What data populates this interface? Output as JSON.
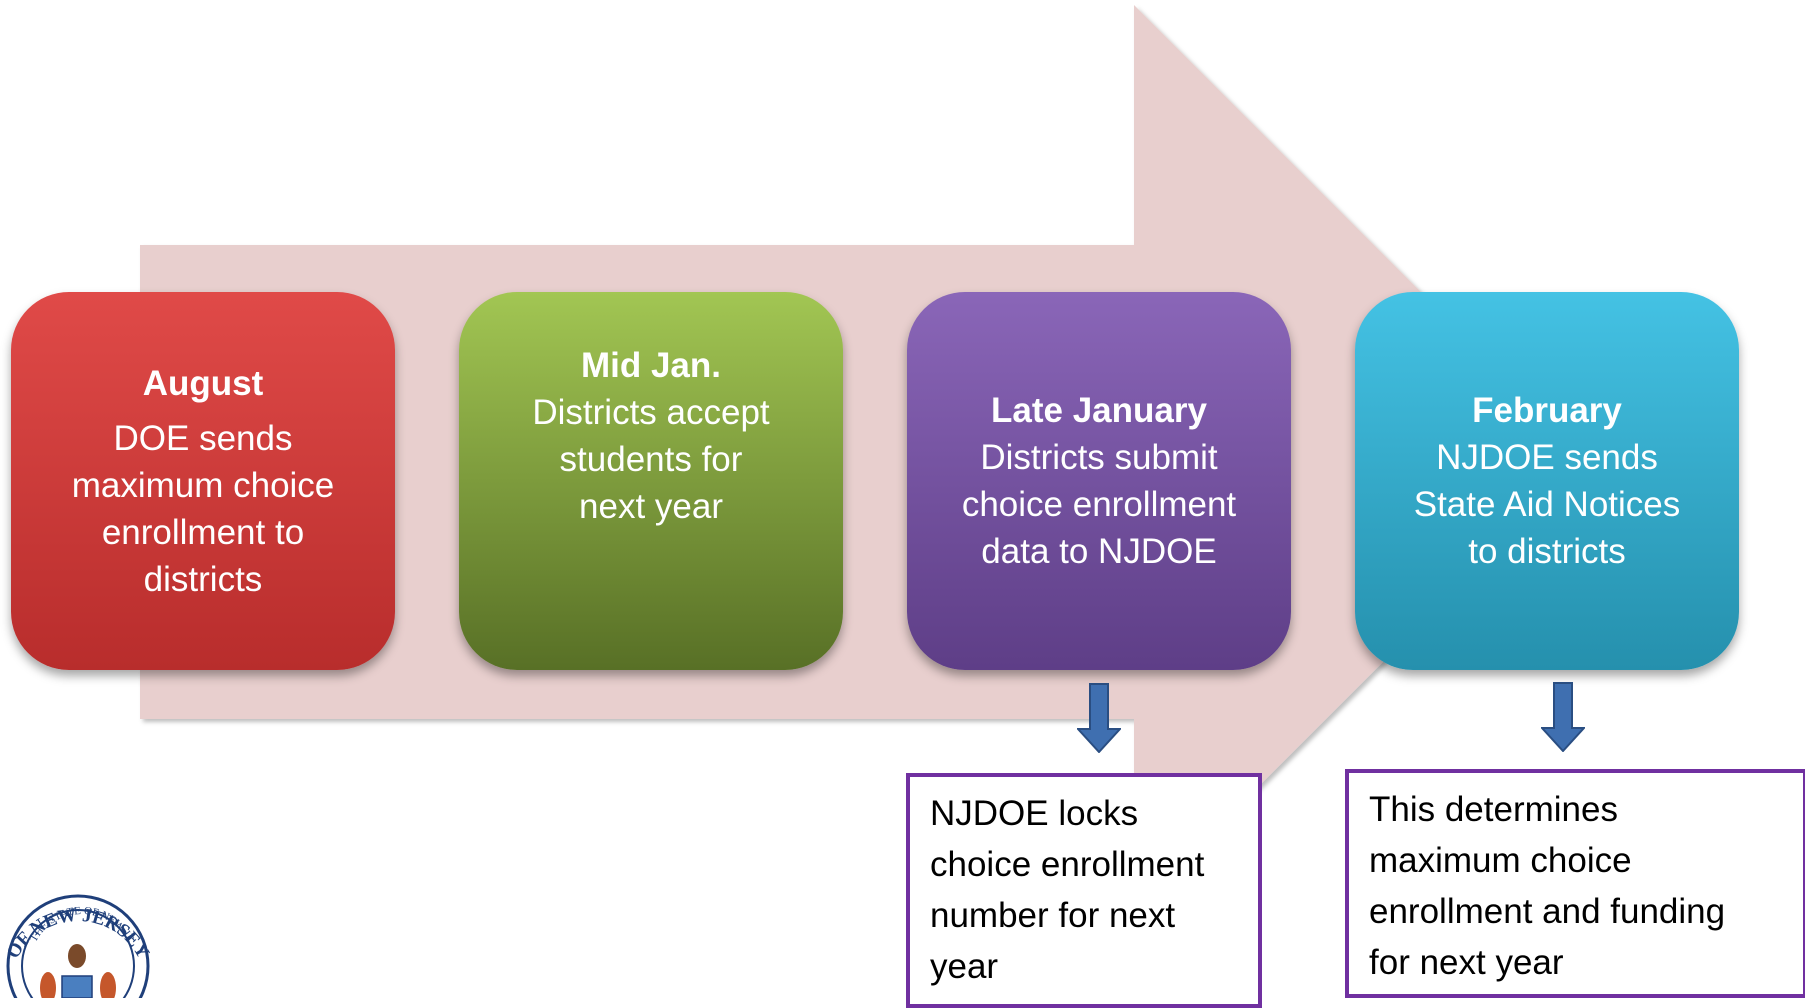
{
  "colors": {
    "arrow_background": "#e8cfce",
    "august": "#d43b39",
    "mid_jan": "#7d9a3a",
    "late_january": "#7752a3",
    "february": "#36b0d3",
    "note_border": "#7030a0",
    "down_arrow": "#3f6fb0"
  },
  "steps": [
    {
      "when": "August",
      "what": "DOE sends\nmaximum choice\nenrollment to\ndistricts"
    },
    {
      "when": "Mid Jan.",
      "what": "Districts accept\nstudents for\nnext year"
    },
    {
      "when": "Late January",
      "what": "Districts submit\nchoice enrollment\ndata to NJDOE"
    },
    {
      "when": "February",
      "what": "NJDOE sends\nState Aid Notices\nto districts"
    }
  ],
  "notes": [
    {
      "text": "NJDOE locks\nchoice enrollment\nnumber for next\nyear"
    },
    {
      "text": "This determines\nmaximum choice\nenrollment and funding\nfor next year"
    }
  ],
  "seal": {
    "icon": "new-jersey-state-seal-icon",
    "ring_text": "OF NEW JERSEY",
    "inner_text": "THE STATE OF NEW JE"
  }
}
